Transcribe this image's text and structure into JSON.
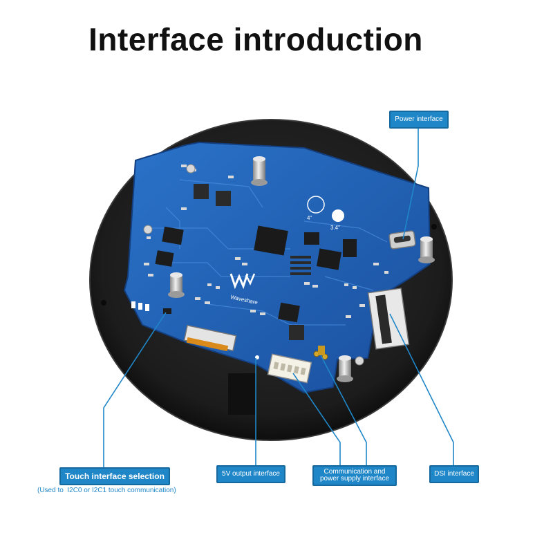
{
  "title": "Interface introduction",
  "labels": {
    "power": "Power interface",
    "touch": "Touch interface selection",
    "output_5v": "5V output interface",
    "comm_line1": "Communication and",
    "comm_line2": "power supply interface",
    "dsi": "DSI interface"
  },
  "note": {
    "prefix": "(Used to",
    "i2c0": "I2C0",
    "or": "or",
    "i2c1": "I2C1",
    "suffix": "touch communication)"
  },
  "board": {
    "logo_text": "Waveshare",
    "marks": [
      "4\"",
      "3.4\""
    ]
  },
  "colors": {
    "accent": "#1f86c8",
    "pcb": "#1f5fb5",
    "disc": "#1b1b1b",
    "leader": "#1f86c8"
  },
  "icons": [
    "waveshare-logo-icon"
  ]
}
